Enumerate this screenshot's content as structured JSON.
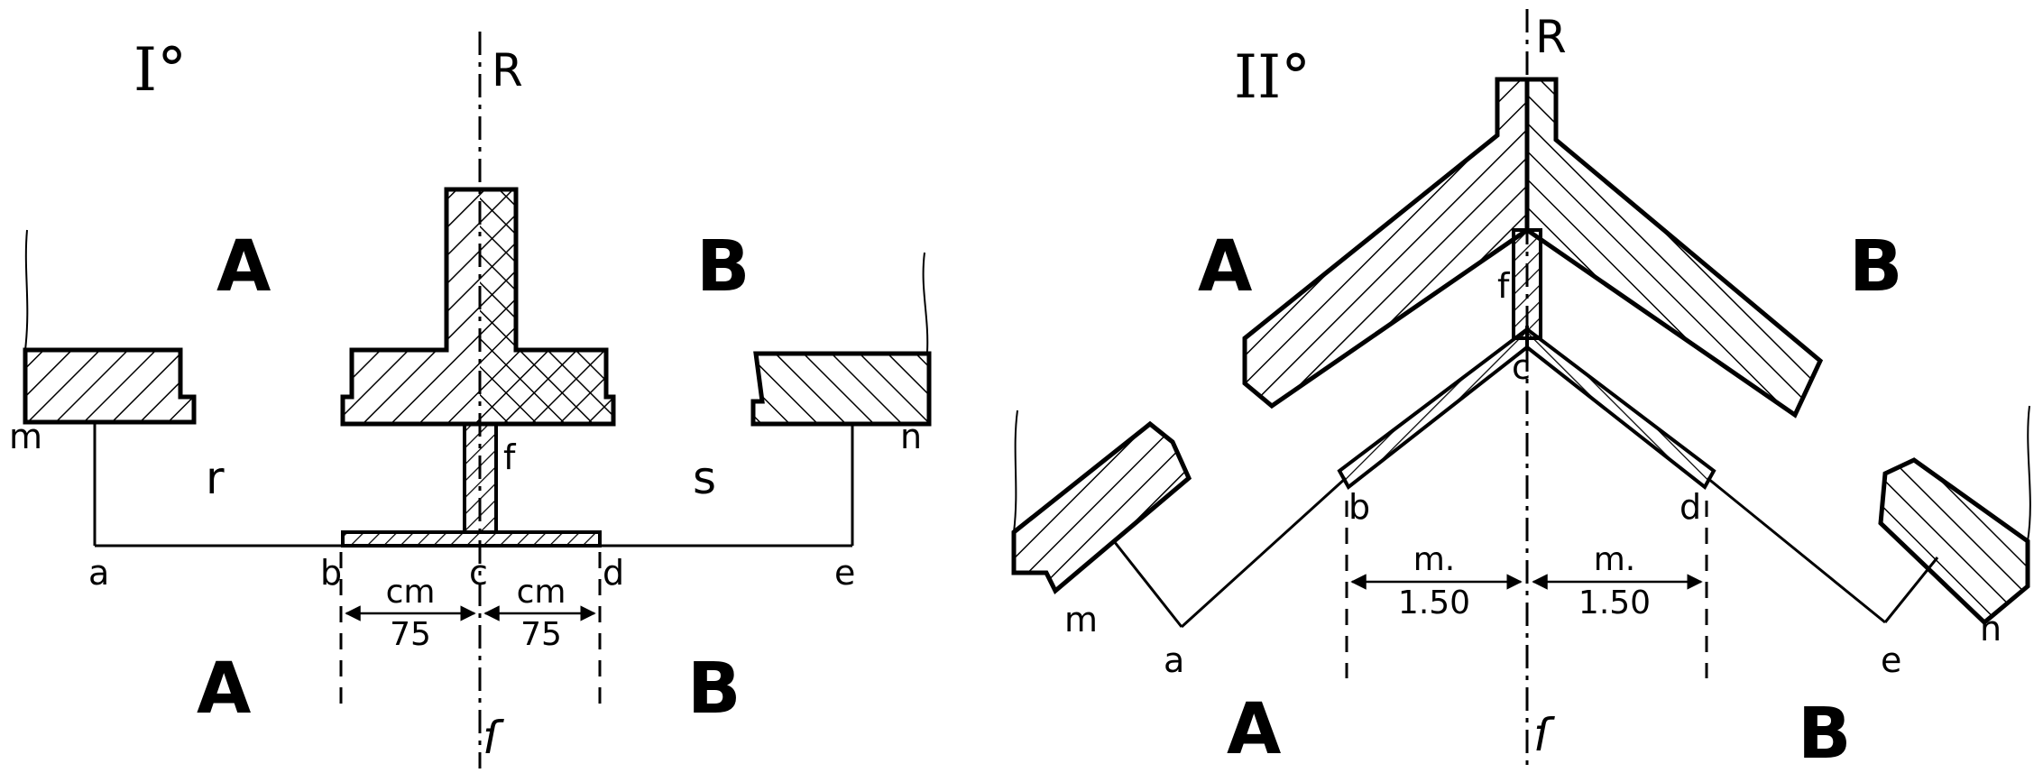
{
  "figure_1": {
    "title": "I°",
    "axis_top": "R",
    "axis_bottom": "ſ",
    "region_left": "A",
    "region_right": "B",
    "region_left_low": "A",
    "region_right_low": "B",
    "point_m": "m",
    "point_n": "n",
    "point_r": "r",
    "point_s": "s",
    "point_f": "f",
    "point_a": "a",
    "point_b": "b",
    "point_c": "c",
    "point_d": "d",
    "point_e": "e",
    "dim_unit_left": "cm",
    "dim_value_left": "75",
    "dim_unit_right": "cm",
    "dim_value_right": "75"
  },
  "figure_2": {
    "title": "II°",
    "axis_top": "R",
    "axis_bottom": "ſ",
    "region_left": "A",
    "region_right": "B",
    "region_left_low": "A",
    "region_right_low": "B",
    "point_m": "m",
    "point_n": "n",
    "point_f": "f",
    "point_a": "a",
    "point_b": "b",
    "point_c": "c",
    "point_d": "d",
    "point_e": "e",
    "dim_unit_left": "m.",
    "dim_value_left": "1.50",
    "dim_unit_right": "m.",
    "dim_value_right": "1.50"
  }
}
